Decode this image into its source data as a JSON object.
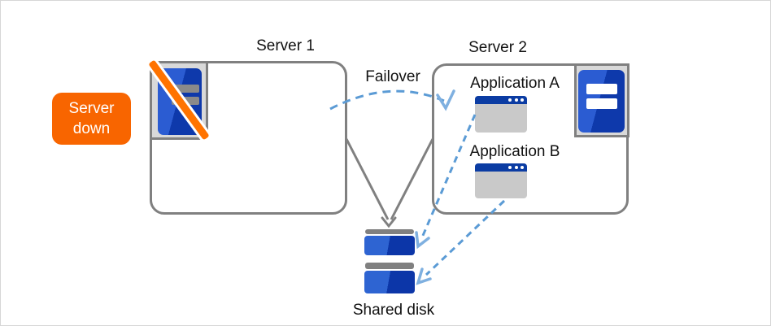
{
  "badge": {
    "line1": "Server",
    "line2": "down"
  },
  "server1": {
    "title": "Server 1",
    "status": "down"
  },
  "server2": {
    "title": "Server 2",
    "apps": [
      {
        "label": "Application A"
      },
      {
        "label": "Application B"
      }
    ]
  },
  "failover": {
    "label": "Failover"
  },
  "shared_disk": {
    "label": "Shared disk"
  },
  "icons": {
    "server1_icon": "server-tower-crossed-out-icon",
    "server2_icon": "server-tower-icon",
    "app_window_icon": "application-window-icon",
    "shared_disk_icon": "stacked-disk-icon"
  },
  "colors": {
    "badge_orange": "#f86500",
    "slash_orange": "#ff7300",
    "line_gray": "#808080",
    "icon_frame_gray": "#d9d9d9",
    "server_blue_light": "#2b5cd2",
    "server_blue_dark": "#0e39ab",
    "window_bar_blue": "#0b3ca3",
    "window_body_gray": "#c9c9c9",
    "arrow_blue": "#5b9bd5",
    "arrowhead_blue": "#7fb0e0"
  }
}
